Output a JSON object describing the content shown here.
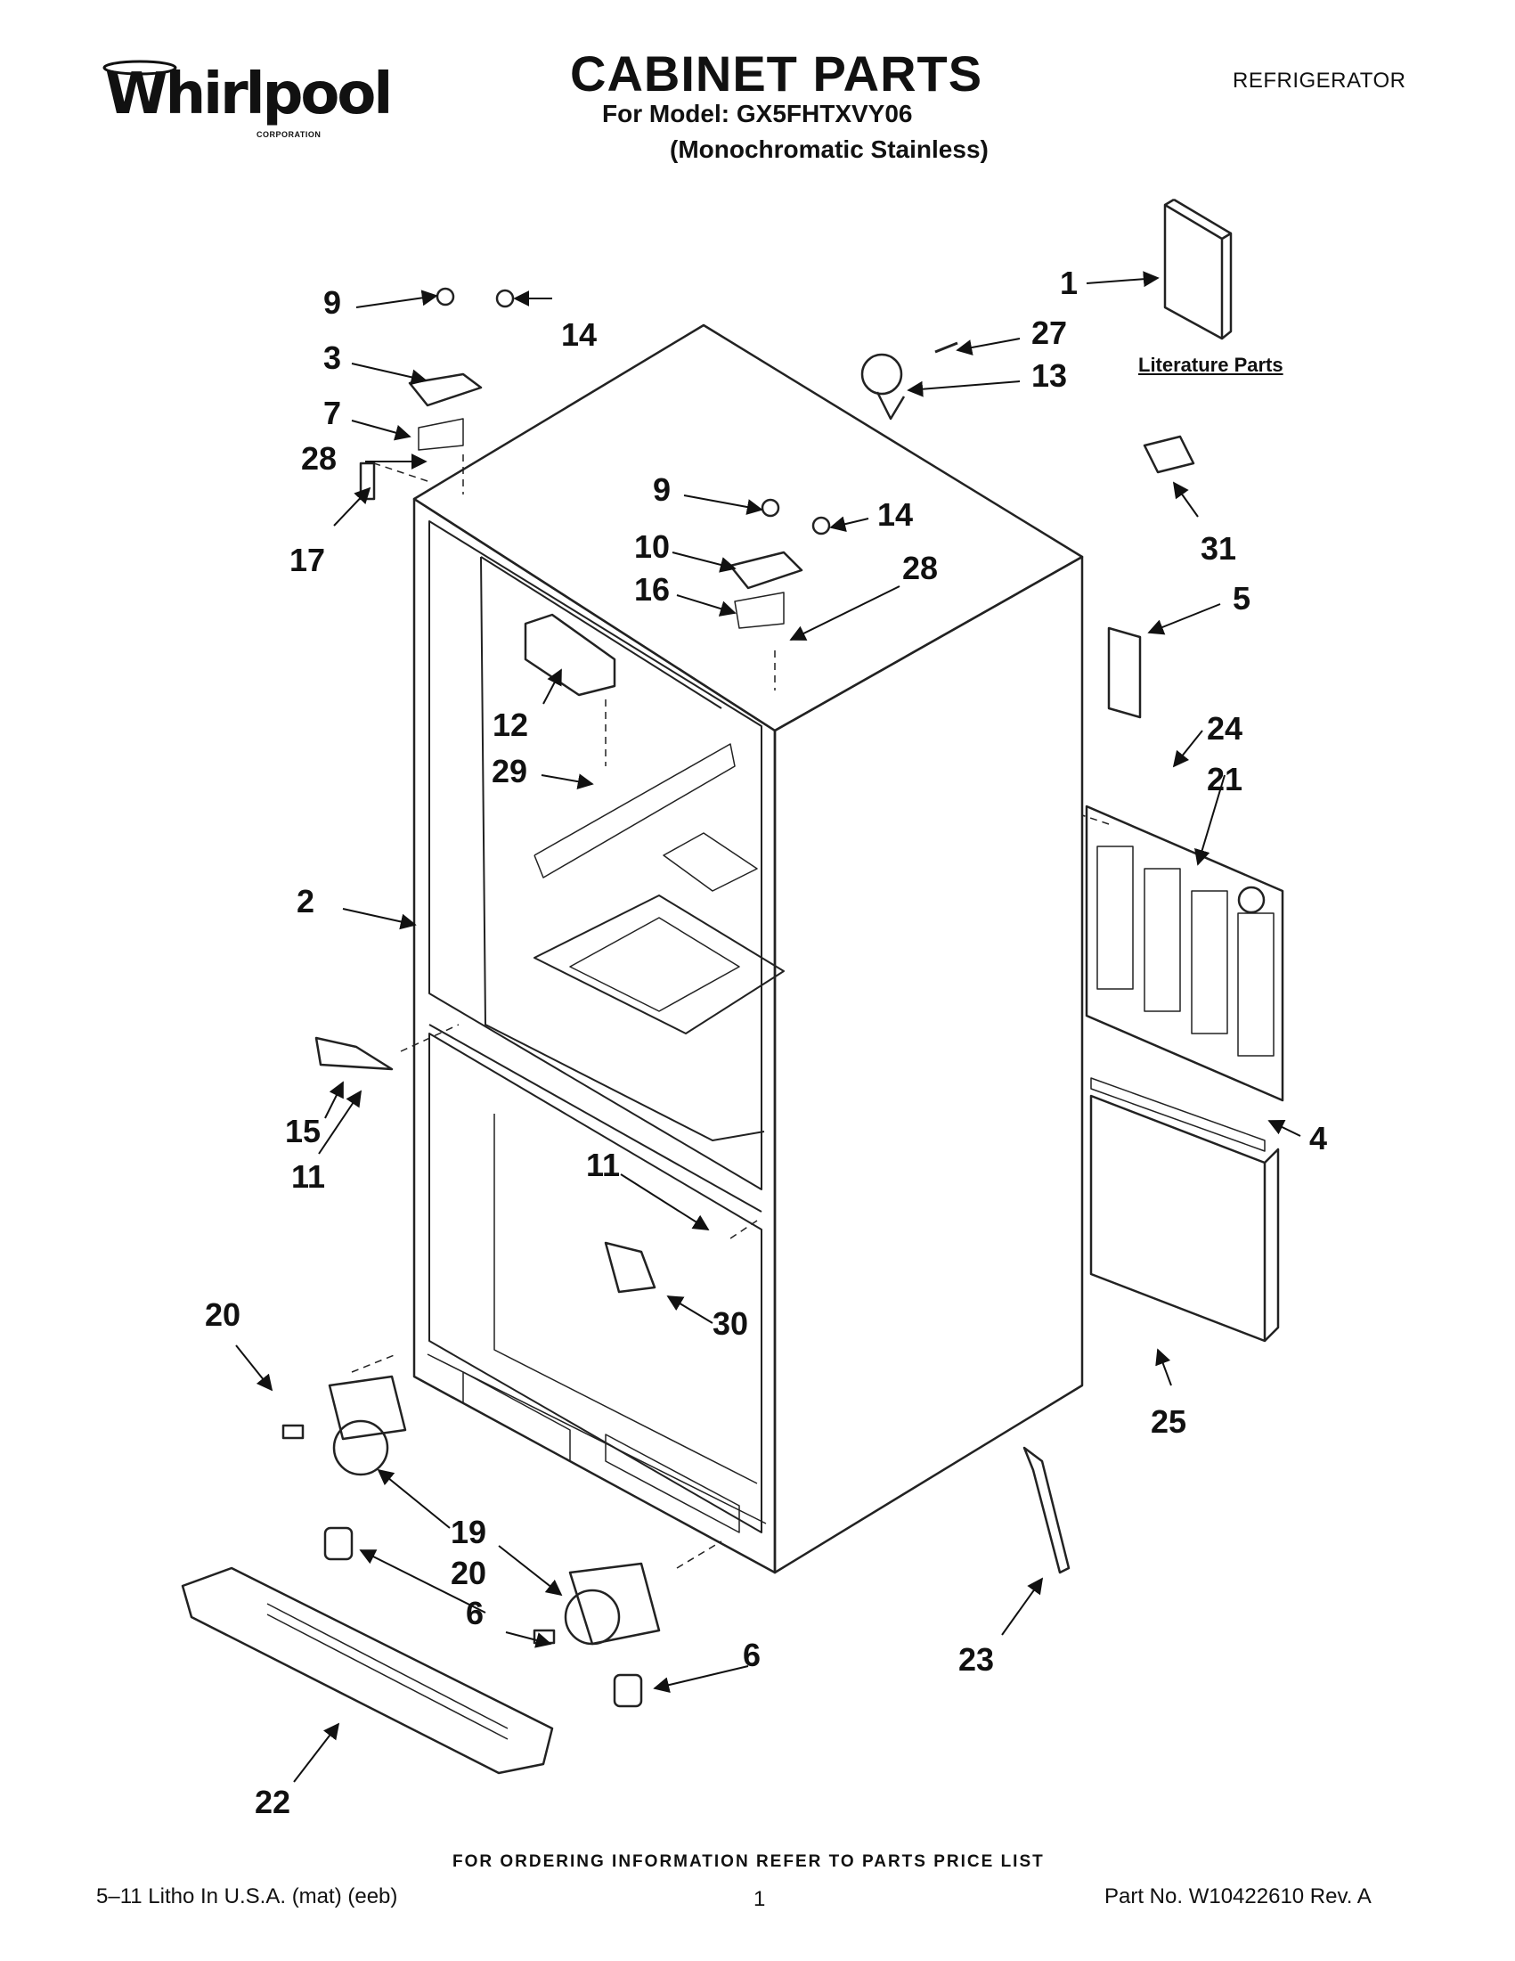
{
  "header": {
    "brand": "Whirlpool",
    "brand_sub": "CORPORATION",
    "title": "CABINET PARTS",
    "model_line": "For Model: GX5FHTXVY06",
    "variant_line": "(Monochromatic Stainless)",
    "category": "REFRIGERATOR"
  },
  "diagram": {
    "literature_label": "Literature Parts",
    "callouts": {
      "c1": "1",
      "c27": "27",
      "c13": "13",
      "c9a": "9",
      "c14a": "14",
      "c3": "3",
      "c7": "7",
      "c28a": "28",
      "c17": "17",
      "c9b": "9",
      "c14b": "14",
      "c10": "10",
      "c16": "16",
      "c28b": "28",
      "c31": "31",
      "c5": "5",
      "c24": "24",
      "c21": "21",
      "c12": "12",
      "c29": "29",
      "c2": "2",
      "c15": "15",
      "c11a": "11",
      "c11b": "11",
      "c4": "4",
      "c30": "30",
      "c25": "25",
      "c20a": "20",
      "c19": "19",
      "c20b": "20",
      "c6a": "6",
      "c6b": "6",
      "c23": "23",
      "c22": "22"
    }
  },
  "footer": {
    "ordering_note": "FOR ORDERING INFORMATION REFER TO PARTS PRICE LIST",
    "litho": "5–11 Litho In U.S.A. (mat) (eeb)",
    "page": "1",
    "part_no": "Part No. W10422610 Rev. A"
  }
}
